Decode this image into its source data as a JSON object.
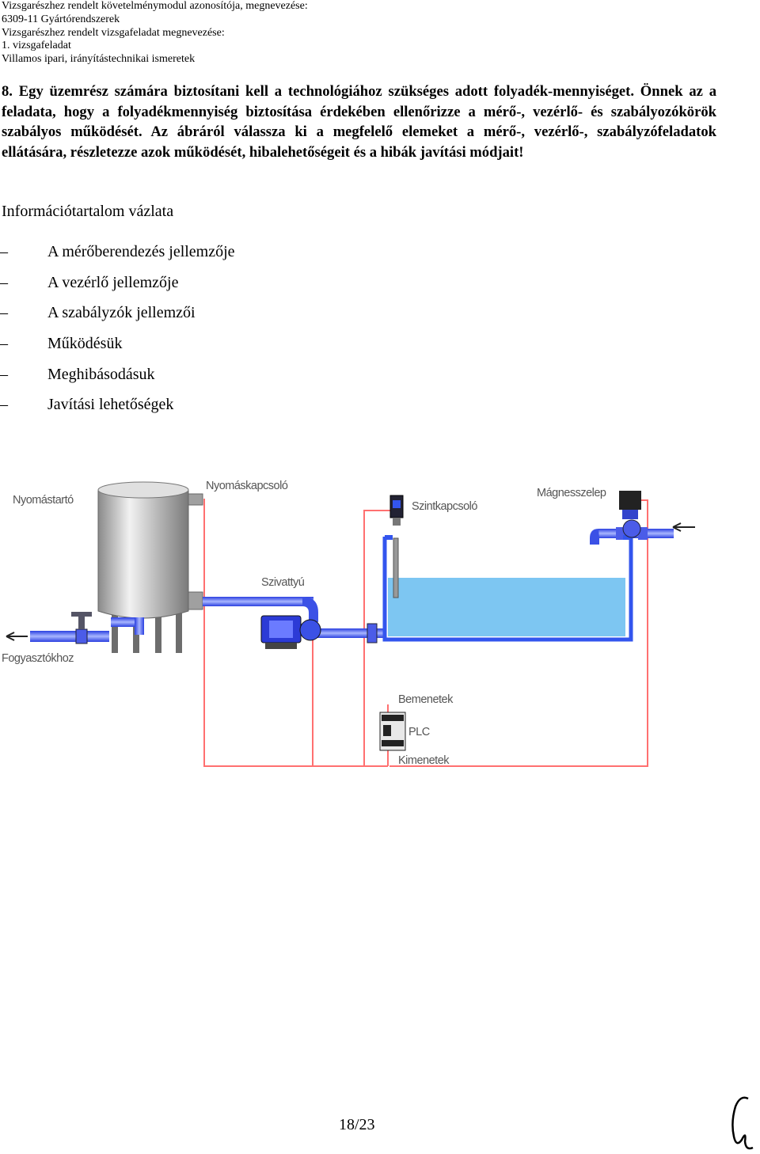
{
  "header": {
    "line1": "Vizsgarészhez rendelt követelménymodul azonosítója, megnevezése:",
    "line2": "6309-11 Gyártórendszerek",
    "line3": "Vizsgarészhez rendelt vizsgafeladat megnevezése:",
    "line4": "1. vizsgafeladat",
    "line5": "Villamos ipari, irányítástechnikai ismeretek"
  },
  "task": {
    "text": "8. Egy üzemrész számára biztosítani kell a technológiához szükséges adott folyadék-mennyiséget. Önnek az a feladata, hogy a folyadékmennyiség biztosítása érdekében ellenőrizze a mérő-, vezérlő- és szabályozókörök szabályos működését. Az ábráról válassza ki a megfelelő elemeket a mérő-, vezérlő-, szabályzófeladatok ellátására, részletezze azok működését, hibalehetőségeit és a hibák javítási módjait!"
  },
  "info_title": "Információtartalom vázlata",
  "outline": {
    "dash": "–",
    "items": [
      "A mérőberendezés jellemzője",
      "A vezérlő jellemzője",
      "A szabályzók jellemzői",
      "Működésük",
      "Meghibásodásuk",
      "Javítási lehetőségek"
    ]
  },
  "diagram": {
    "labels": {
      "pressure_tank": "Nyomástartó",
      "pressure_switch": "Nyomáskapcsoló",
      "level_switch": "Szintkapcsoló",
      "solenoid_valve": "Mágnesszelep",
      "pump": "Szivattyú",
      "consumers": "Fogyasztókhoz",
      "inputs": "Bemenetek",
      "plc": "PLC",
      "outputs": "Kimenetek"
    },
    "colors": {
      "pipe": "#3355ee",
      "water": "#7dc6f2",
      "wire": "#ff6666",
      "tank_metal": "#b8b8b8"
    }
  },
  "footer": {
    "page": "18/23"
  }
}
